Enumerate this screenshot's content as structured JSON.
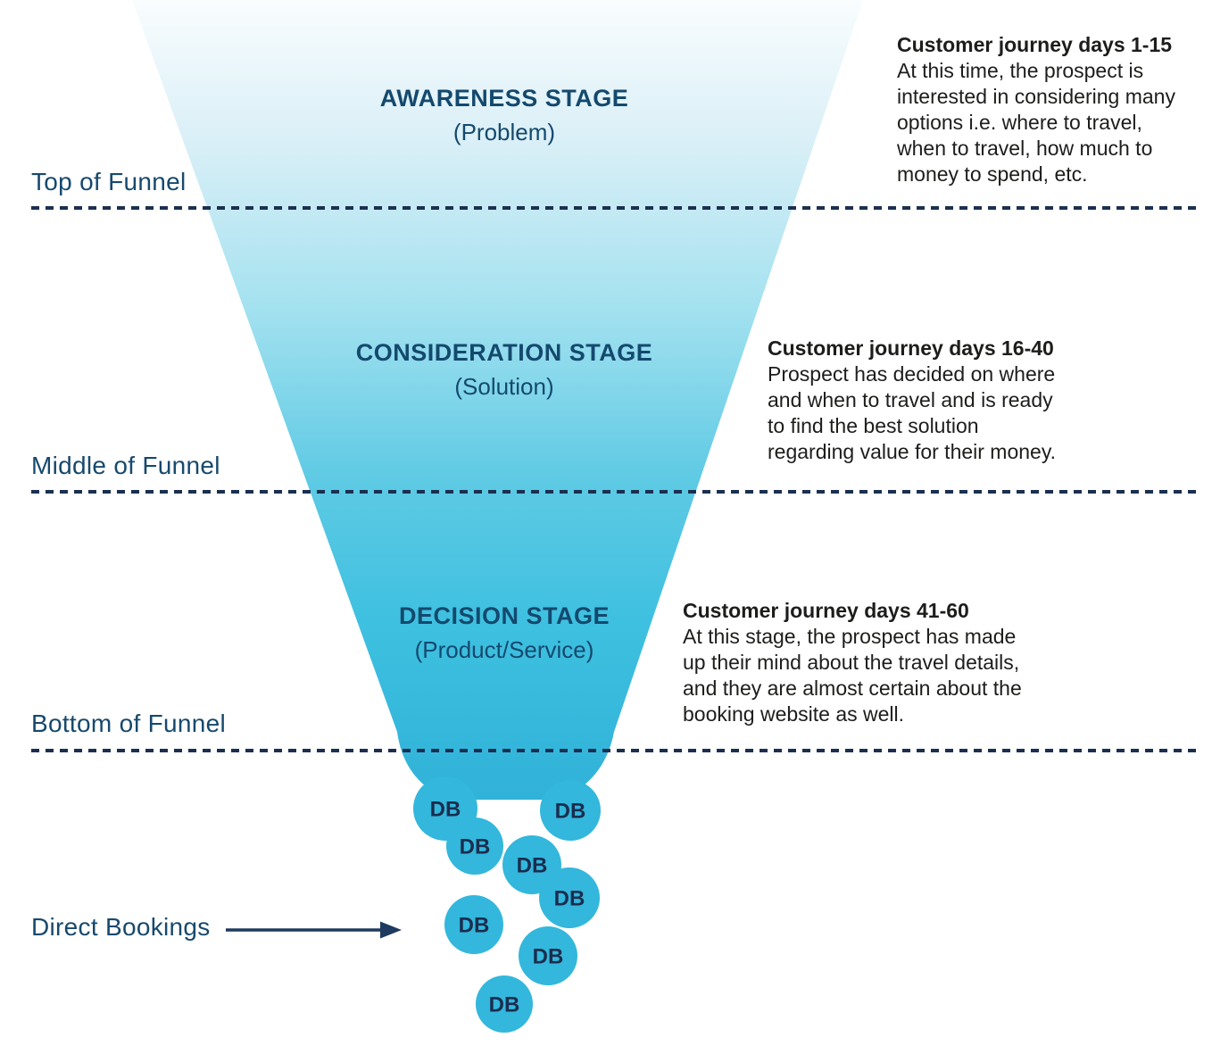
{
  "funnel": {
    "stages": [
      {
        "title": "AWARENESS STAGE",
        "subtitle": "(Problem)",
        "annotation_title": "Customer journey days 1-15",
        "annotation_body": "At this time, the prospect is\ninterested in considering many\noptions i.e. where to travel,\nwhen to travel, how much to\nmoney to spend, etc."
      },
      {
        "title": "CONSIDERATION STAGE",
        "subtitle": "(Solution)",
        "annotation_title": "Customer journey days 16-40",
        "annotation_body": "Prospect has decided on where\nand when to travel and is ready\nto find the best solution\nregarding value for their money."
      },
      {
        "title": "DECISION STAGE",
        "subtitle": "(Product/Service)",
        "annotation_title": "Customer journey days 41-60",
        "annotation_body": "At this stage, the prospect has made\nup their mind about the travel details,\nand they are almost certain about the\nbooking website as well."
      }
    ],
    "levels": [
      {
        "label": "Top of Funnel"
      },
      {
        "label": "Middle of Funnel"
      },
      {
        "label": "Bottom of Funnel"
      }
    ],
    "direct_bookings": {
      "label": "Direct Bookings",
      "bubble_text": "DB",
      "bubble_count": 8
    }
  },
  "colors": {
    "heading": "#14496e",
    "label": "#17496d",
    "line": "#1b3050",
    "body": "#1d1d1b",
    "bubble_fill": "#33b7dc",
    "bubble_text": "#1b2d4f",
    "arrow": "#1e3a5f",
    "funnel_gradient": [
      "#f9fdfe",
      "#d9eff7",
      "#a5e2f0",
      "#5ecae4",
      "#3ec0e0",
      "#30b2d9"
    ]
  }
}
